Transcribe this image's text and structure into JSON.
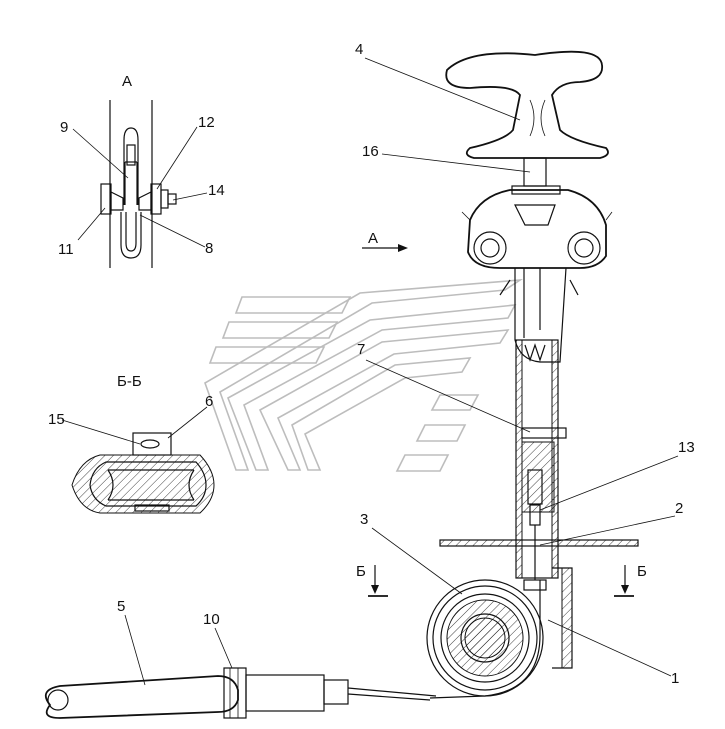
{
  "views": {
    "view_a": {
      "title": "А"
    },
    "section_bb": {
      "title": "Б-Б"
    }
  },
  "arrows": {
    "a": "А",
    "b_left": "Б",
    "b_right": "Б"
  },
  "callouts": [
    {
      "id": "c1",
      "text": "1"
    },
    {
      "id": "c2",
      "text": "2"
    },
    {
      "id": "c3",
      "text": "3"
    },
    {
      "id": "c4",
      "text": "4"
    },
    {
      "id": "c5",
      "text": "5"
    },
    {
      "id": "c6",
      "text": "6"
    },
    {
      "id": "c7",
      "text": "7"
    },
    {
      "id": "c8",
      "text": "8"
    },
    {
      "id": "c9",
      "text": "9"
    },
    {
      "id": "c10",
      "text": "10"
    },
    {
      "id": "c11",
      "text": "11"
    },
    {
      "id": "c12",
      "text": "12"
    },
    {
      "id": "c13",
      "text": "13"
    },
    {
      "id": "c14",
      "text": "14"
    },
    {
      "id": "c15",
      "text": "15"
    },
    {
      "id": "c16",
      "text": "16"
    }
  ],
  "colors": {
    "line": "#111111",
    "watermark": "#bdbdbd",
    "background": "#ffffff"
  }
}
